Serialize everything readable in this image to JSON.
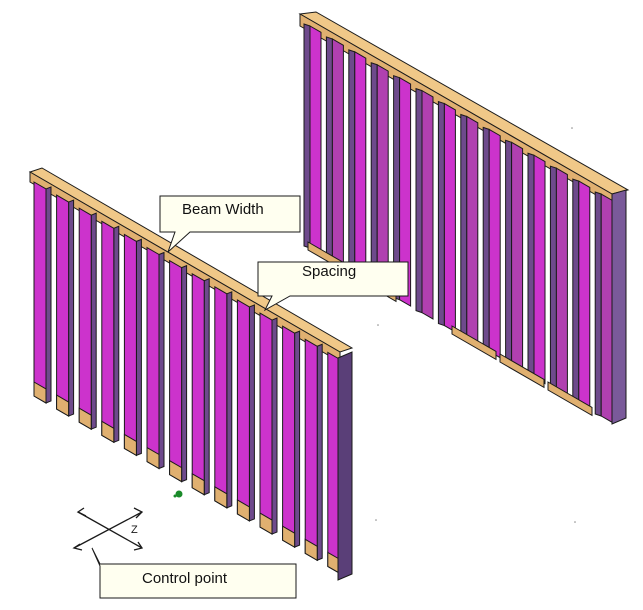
{
  "callouts": {
    "beam_width": "Beam Width",
    "spacing": "Spacing",
    "control_point": "Control point"
  },
  "axis_glyph": "Z",
  "colors": {
    "stud_magenta": "#cc33cc",
    "stud_purple_dark": "#6e4a8c",
    "plate_wood": "#e0b070",
    "plate_edge": "#8a5a20",
    "outline": "#1a1a1a",
    "callout_fill": "#fffff0",
    "marker_green": "#1a8a2a"
  }
}
